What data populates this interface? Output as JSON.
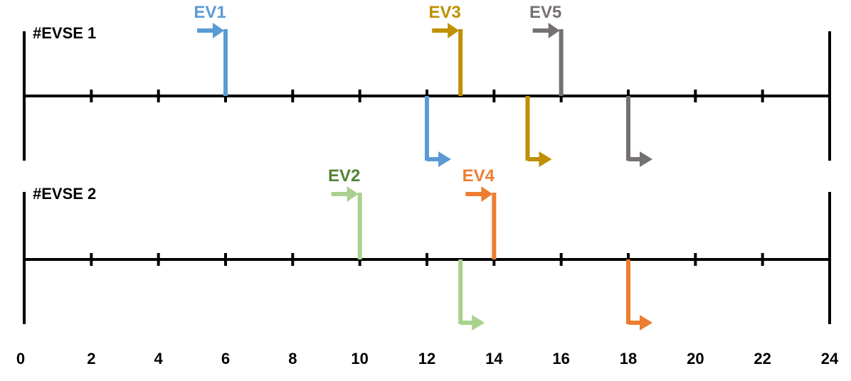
{
  "axis_ticks": [
    "0",
    "2",
    "4",
    "6",
    "8",
    "10",
    "12",
    "14",
    "16",
    "18",
    "20",
    "22",
    "24"
  ],
  "stations": [
    {
      "label": "#EVSE 1",
      "vehicles": [
        {
          "name": "EV1",
          "color": "#5B9BD5",
          "label_color": "#5B9BD5",
          "arrive": 6,
          "depart": 12
        },
        {
          "name": "EV3",
          "color": "#BF9000",
          "label_color": "#BF9000",
          "arrive": 13,
          "depart": 15
        },
        {
          "name": "EV5",
          "color": "#767171",
          "label_color": "#767171",
          "arrive": 16,
          "depart": 18
        }
      ]
    },
    {
      "label": "#EVSE 2",
      "vehicles": [
        {
          "name": "EV2",
          "color": "#A9D18E",
          "label_color": "#548235",
          "arrive": 10,
          "depart": 13
        },
        {
          "name": "EV4",
          "color": "#ED7D31",
          "label_color": "#ED7D31",
          "arrive": 14,
          "depart": 18
        }
      ]
    }
  ]
}
